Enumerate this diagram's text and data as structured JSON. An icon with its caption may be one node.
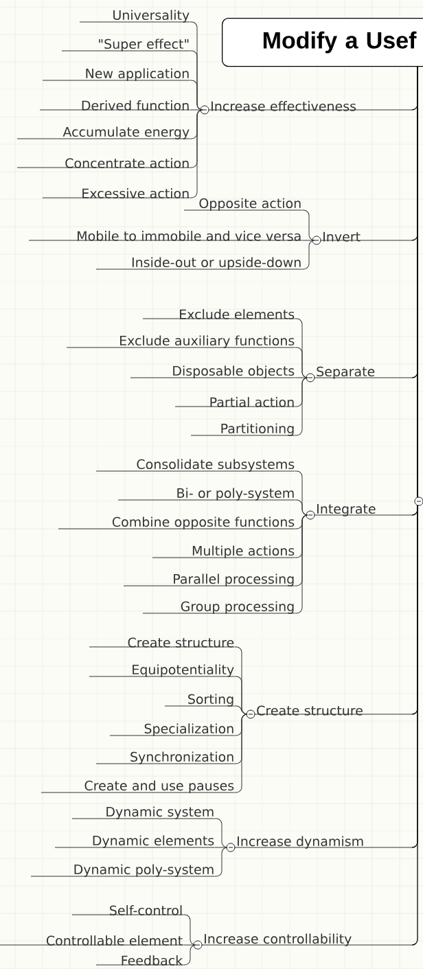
{
  "diagram": {
    "nodes": [
      {
        "text": [
          "Modify a Usef"
        ]
      },
      {
        "text": [
          "Increase effectiveness"
        ]
      },
      {
        "text": [
          "Universality"
        ]
      },
      {
        "text": [
          "\"Super effect\""
        ]
      },
      {
        "text": [
          "New application"
        ]
      },
      {
        "text": [
          "Derived function"
        ]
      },
      {
        "text": [
          "Accumulate energy"
        ]
      },
      {
        "text": [
          "Concentrate action"
        ]
      },
      {
        "text": [
          "Excessive action"
        ]
      },
      {
        "text": [
          "Invert"
        ]
      },
      {
        "text": [
          "Opposite action"
        ]
      },
      {
        "text": [
          "Mobile to immobile and vice versa"
        ]
      },
      {
        "text": [
          "Inside-out or upside-down"
        ]
      },
      {
        "text": [
          "Separate"
        ]
      },
      {
        "text": [
          "Exclude elements"
        ]
      },
      {
        "text": [
          "Exclude auxiliary functions"
        ]
      },
      {
        "text": [
          "Disposable objects"
        ]
      },
      {
        "text": [
          "Partial action"
        ]
      },
      {
        "text": [
          "Partitioning"
        ]
      },
      {
        "text": [
          "Integrate"
        ]
      },
      {
        "text": [
          "Consolidate subsystems"
        ]
      },
      {
        "text": [
          "Bi- or poly-system"
        ]
      },
      {
        "text": [
          "Combine opposite functions"
        ]
      },
      {
        "text": [
          "Multiple actions"
        ]
      },
      {
        "text": [
          "Parallel processing"
        ]
      },
      {
        "text": [
          "Group processing"
        ]
      },
      {
        "text": [
          "Create structure"
        ]
      },
      {
        "text": [
          "Create structure"
        ]
      },
      {
        "text": [
          "Equipotentiality"
        ]
      },
      {
        "text": [
          "Sorting"
        ]
      },
      {
        "text": [
          "Specialization"
        ]
      },
      {
        "text": [
          "Synchronization"
        ]
      },
      {
        "text": [
          "Create and use pauses"
        ]
      },
      {
        "text": [
          "Increase dynamism"
        ]
      },
      {
        "text": [
          "Dynamic system"
        ]
      },
      {
        "text": [
          "Dynamic elements"
        ]
      },
      {
        "text": [
          "Dynamic poly-system"
        ]
      },
      {
        "text": [
          "Increase controllability"
        ]
      },
      {
        "text": [
          "Self-control"
        ]
      },
      {
        "text": [
          "Controllable element"
        ]
      },
      {
        "text": [
          "Feedback"
        ]
      }
    ],
    "edges": [
      {
        "from": 0,
        "to": 1,
        "arrow": "none"
      },
      {
        "from": 1,
        "to": 2,
        "arrow": "none"
      },
      {
        "from": 1,
        "to": 3,
        "arrow": "none"
      },
      {
        "from": 1,
        "to": 4,
        "arrow": "none"
      },
      {
        "from": 1,
        "to": 5,
        "arrow": "none"
      },
      {
        "from": 1,
        "to": 6,
        "arrow": "none"
      },
      {
        "from": 1,
        "to": 7,
        "arrow": "none"
      },
      {
        "from": 1,
        "to": 8,
        "arrow": "none"
      },
      {
        "from": 0,
        "to": 9,
        "arrow": "none"
      },
      {
        "from": 9,
        "to": 10,
        "arrow": "none"
      },
      {
        "from": 9,
        "to": 11,
        "arrow": "none"
      },
      {
        "from": 9,
        "to": 12,
        "arrow": "none"
      },
      {
        "from": 0,
        "to": 13,
        "arrow": "none"
      },
      {
        "from": 13,
        "to": 14,
        "arrow": "none"
      },
      {
        "from": 13,
        "to": 15,
        "arrow": "none"
      },
      {
        "from": 13,
        "to": 16,
        "arrow": "none"
      },
      {
        "from": 13,
        "to": 17,
        "arrow": "none"
      },
      {
        "from": 13,
        "to": 18,
        "arrow": "none"
      },
      {
        "from": 0,
        "to": 19,
        "arrow": "none"
      },
      {
        "from": 19,
        "to": 20,
        "arrow": "none"
      },
      {
        "from": 19,
        "to": 21,
        "arrow": "none"
      },
      {
        "from": 19,
        "to": 22,
        "arrow": "none"
      },
      {
        "from": 19,
        "to": 23,
        "arrow": "none"
      },
      {
        "from": 19,
        "to": 24,
        "arrow": "none"
      },
      {
        "from": 19,
        "to": 25,
        "arrow": "none"
      },
      {
        "from": 0,
        "to": 26,
        "arrow": "none"
      },
      {
        "from": 26,
        "to": 27,
        "arrow": "none"
      },
      {
        "from": 26,
        "to": 28,
        "arrow": "none"
      },
      {
        "from": 26,
        "to": 29,
        "arrow": "none"
      },
      {
        "from": 26,
        "to": 30,
        "arrow": "none"
      },
      {
        "from": 26,
        "to": 31,
        "arrow": "none"
      },
      {
        "from": 26,
        "to": 32,
        "arrow": "none"
      },
      {
        "from": 0,
        "to": 33,
        "arrow": "none"
      },
      {
        "from": 33,
        "to": 34,
        "arrow": "none"
      },
      {
        "from": 33,
        "to": 35,
        "arrow": "none"
      },
      {
        "from": 33,
        "to": 36,
        "arrow": "none"
      },
      {
        "from": 0,
        "to": 37,
        "arrow": "none"
      },
      {
        "from": 37,
        "to": 38,
        "arrow": "none"
      },
      {
        "from": 37,
        "to": 39,
        "arrow": "none"
      },
      {
        "from": 37,
        "to": 40,
        "arrow": "none"
      }
    ]
  }
}
